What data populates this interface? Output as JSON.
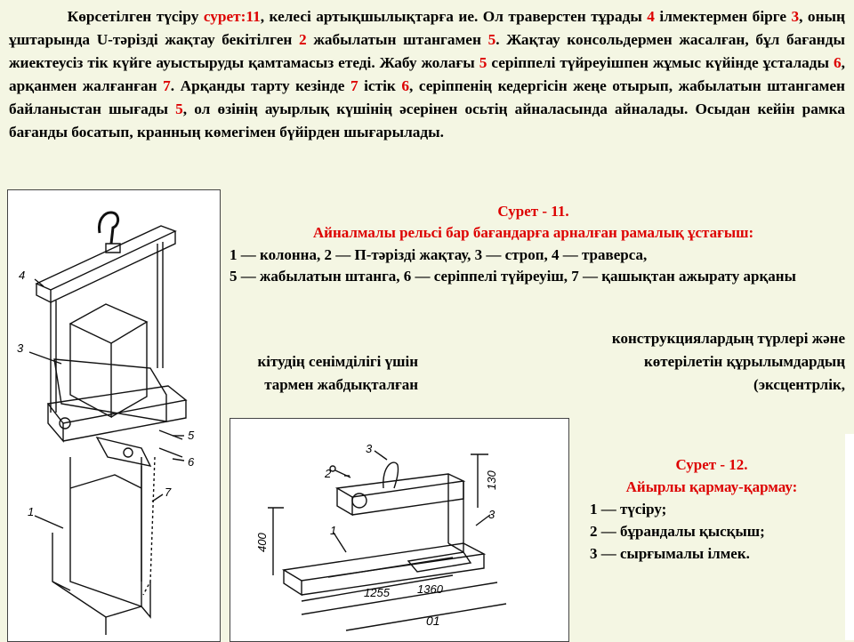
{
  "paragraph": [
    {
      "t": "Көрсетілген түсіру "
    },
    {
      "t": "сурет:11",
      "red": true
    },
    {
      "t": ", келесі артықшылықтарға ие. Ол траверстен тұрады "
    },
    {
      "t": "4",
      "red": true
    },
    {
      "t": " ілмектермен бірге "
    },
    {
      "t": "3",
      "red": true
    },
    {
      "t": ", оның ұштарында U-тәрізді жақтау бекітілген "
    },
    {
      "t": "2",
      "red": true
    },
    {
      "t": " жабылатын штангамен "
    },
    {
      "t": "5",
      "red": true
    },
    {
      "t": ". Жақтау консольдермен жасалған, бұл бағанды жиектеусіз тік күйге ауыстыруды қамтамасыз етеді. Жабу жолағы "
    },
    {
      "t": "5",
      "red": true
    },
    {
      "t": " серіппелі түйреуішпен жұмыс күйінде ұсталады "
    },
    {
      "t": "6",
      "red": true
    },
    {
      "t": ", арқанмен жалғанған "
    },
    {
      "t": "7",
      "red": true
    },
    {
      "t": ". Арқанды тарту кезінде "
    },
    {
      "t": "7",
      "red": true
    },
    {
      "t": " істік "
    },
    {
      "t": "6",
      "red": true
    },
    {
      "t": ", серіппенің кедергісін жеңе отырып, жабылатын штангамен байланыстан шығады "
    },
    {
      "t": "5",
      "red": true
    },
    {
      "t": ", ол өзінің ауырлық күшінің әсерінен осьтің айналасында айналады. Осыдан кейін рамка бағанды босатып, кранның көмегімен бүйірден шығарылады."
    }
  ],
  "caption11": {
    "title": "Сурет - 11.",
    "subtitle": "Айналмалы рельсі бар бағандарға арналған рамалық ұстағыш:",
    "line1": "1 — колонна, 2 — П-тәрізді жақтау, 3 — строп, 4 — траверса,",
    "line2": "5 — жабылатын штанга, 6 — серіппелі түйреуіш, 7 — қашықтан ажырату арқаны"
  },
  "fragments": {
    "right1": "конструкциялардың түрлері және",
    "right2": "көтерілетін құрылымдардың",
    "right3": "(эксцентрлік,",
    "left1": "кітудің сенімділігі үшін",
    "left2": "тармен жабдықталған"
  },
  "caption12": {
    "title": "Сурет - 12.",
    "subtitle": "Айырлы қармау-қармау:",
    "items": [
      "1 — түсіру;",
      "2 — бұрандалы қысқыш;",
      "3 — сырғымалы ілмек."
    ]
  },
  "fig11_labels": [
    "4",
    "3",
    "5",
    "6",
    "1",
    "7"
  ],
  "fig12_labels": {
    "l3": "3",
    "l2": "2",
    "l1": "1",
    "l3b": "3",
    "d130": "130",
    "d400": "400",
    "d1255": "1255",
    "d1360": "1360",
    "d01": "01"
  }
}
